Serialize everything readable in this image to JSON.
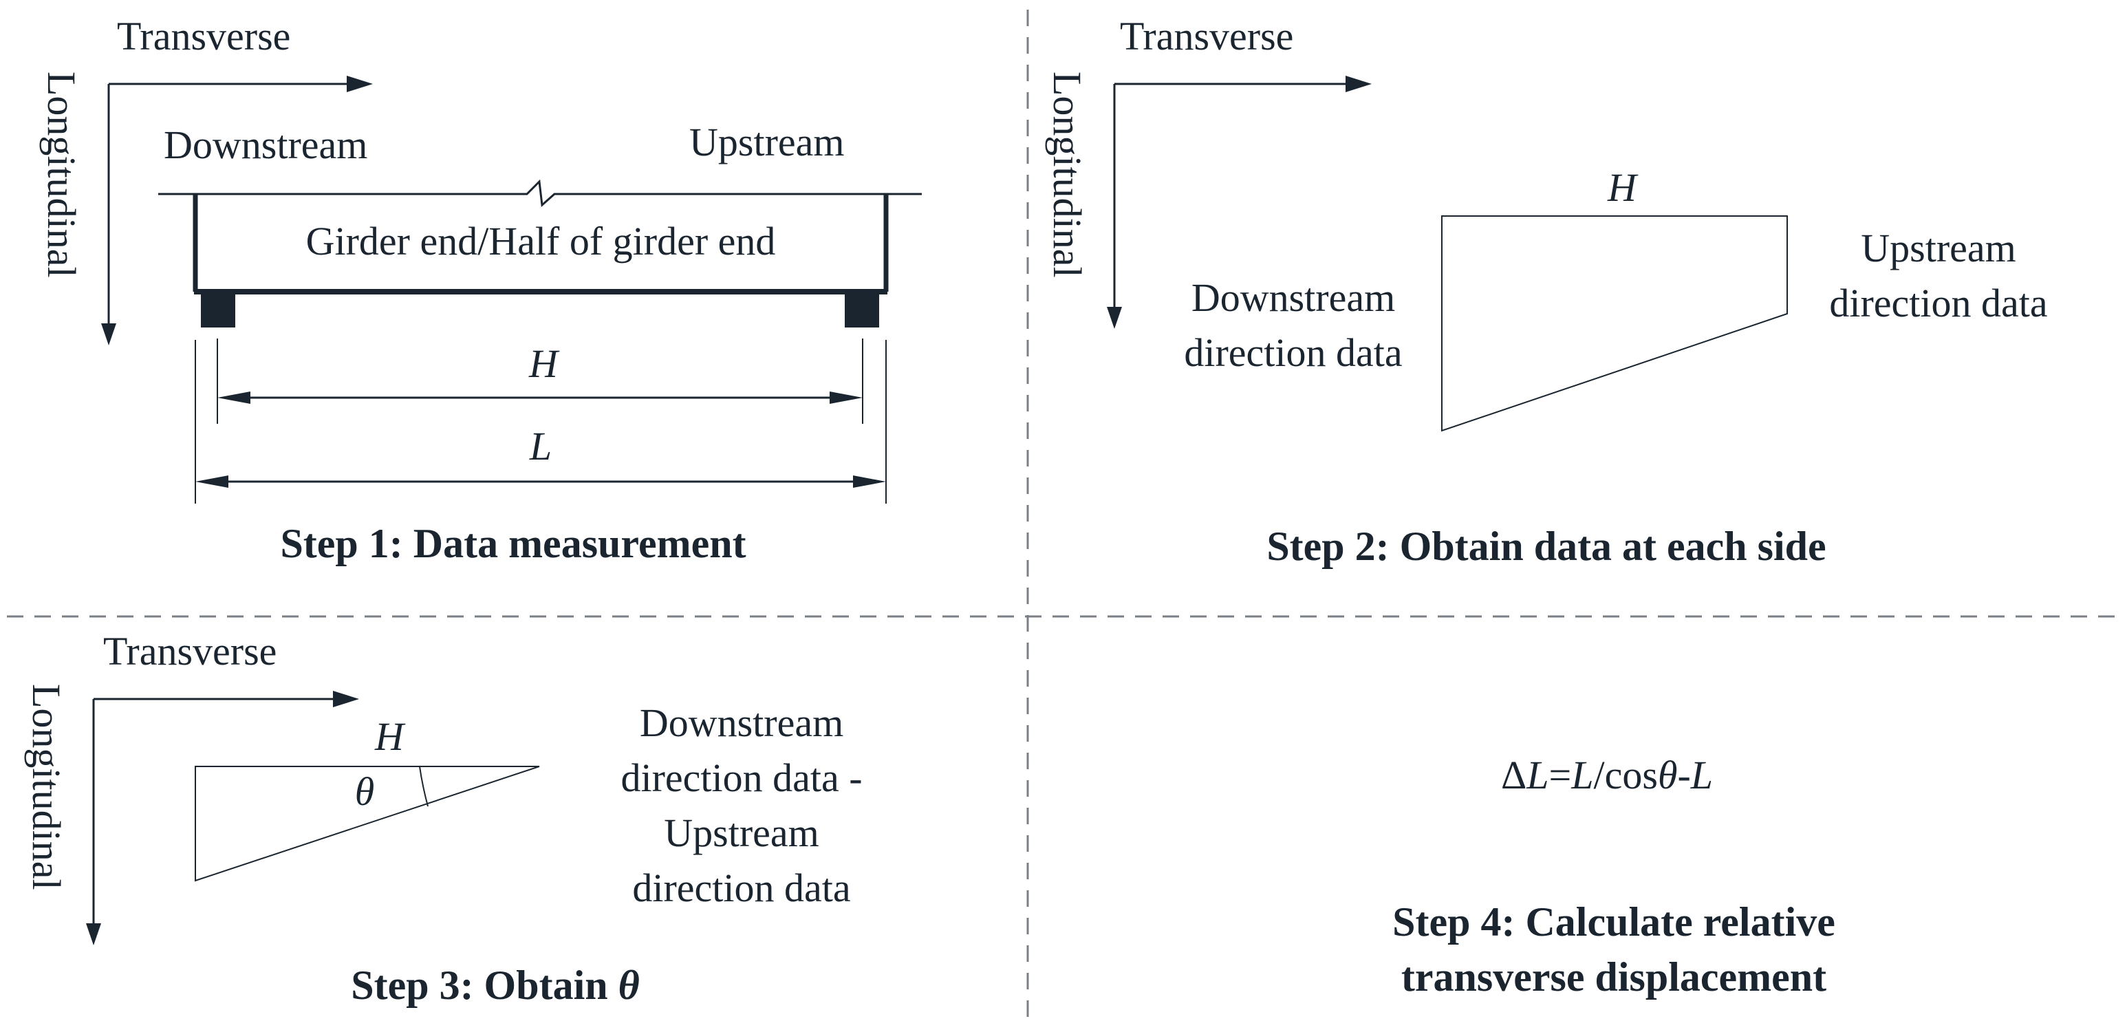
{
  "axes": {
    "transverse": "Transverse",
    "longitudinal": "Longitudinal"
  },
  "step1": {
    "downstream": "Downstream",
    "upstream": "Upstream",
    "girder": "Girder end/Half of girder end",
    "H": "H",
    "L": "L",
    "title": "Step 1: Data measurement"
  },
  "step2": {
    "H": "H",
    "upstream_line1": "Upstream",
    "upstream_line2": "direction data",
    "downstream_line1": "Downstream",
    "downstream_line2": "direction data",
    "title": "Step 2: Obtain data at each side"
  },
  "step3": {
    "H": "H",
    "theta": "θ",
    "label_line1": "Downstream",
    "label_line2": "direction data -",
    "label_line3": "Upstream",
    "label_line4": "direction data",
    "title_prefix": "Step 3: Obtain ",
    "title_symbol": "θ"
  },
  "step4": {
    "formula": {
      "delta": "Δ",
      "L1": "L",
      "eq": "=",
      "L2": "L",
      "mid": "/cos",
      "theta": "θ",
      "minus": "-",
      "L3": "L"
    },
    "title_line1": "Step 4: Calculate relative",
    "title_line2": "transverse displacement"
  }
}
